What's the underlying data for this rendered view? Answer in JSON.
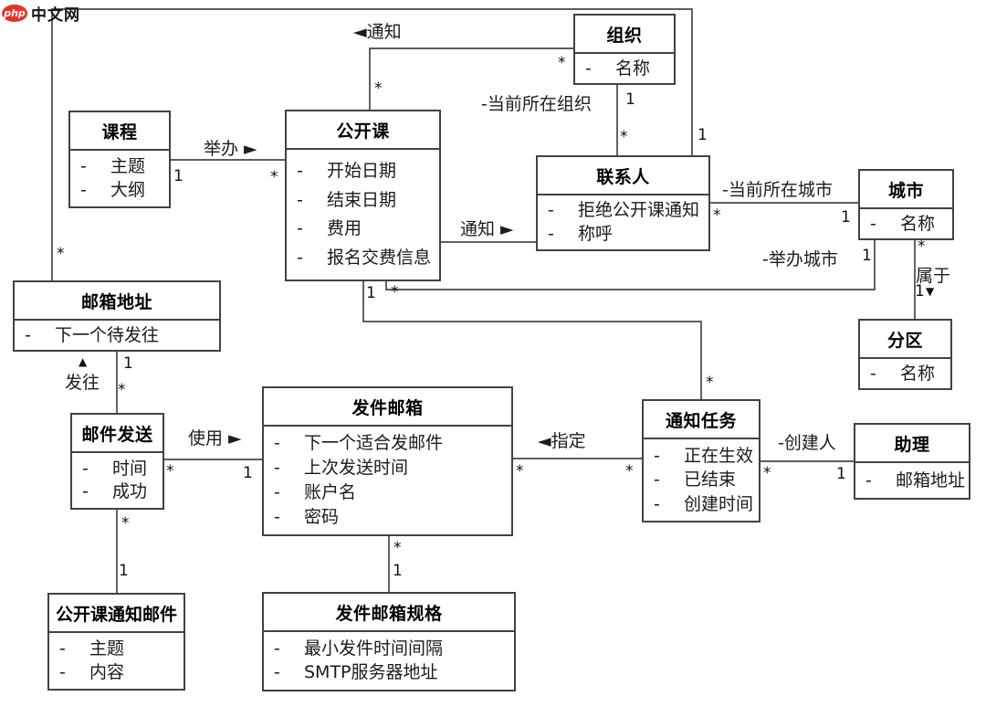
{
  "logo": {
    "badge_text": "php",
    "site_text": "中文网"
  },
  "entities": {
    "course": {
      "title": "课程",
      "attrs": [
        "主题",
        "大纲"
      ]
    },
    "open_course": {
      "title": "公开课",
      "attrs": [
        "开始日期",
        "结束日期",
        "费用",
        "报名交费信息"
      ]
    },
    "organization": {
      "title": "组织",
      "attrs": [
        "名称"
      ]
    },
    "contact": {
      "title": "联系人",
      "attrs": [
        "拒绝公开课通知",
        "称呼"
      ]
    },
    "city": {
      "title": "城市",
      "attrs": [
        "名称"
      ]
    },
    "district": {
      "title": "分区",
      "attrs": [
        "名称"
      ]
    },
    "email_address": {
      "title": "邮箱地址",
      "attrs": [
        "下一个待发往"
      ]
    },
    "mail_sending": {
      "title": "邮件发送",
      "attrs": [
        "时间",
        "成功"
      ]
    },
    "sender_mailbox": {
      "title": "发件邮箱",
      "attrs": [
        "下一个适合发邮件",
        "上次发送时间",
        "账户名",
        "密码"
      ]
    },
    "notify_task": {
      "title": "通知任务",
      "attrs": [
        "正在生效",
        "已结束",
        "创建时间"
      ]
    },
    "assistant": {
      "title": "助理",
      "attrs": [
        "邮箱地址"
      ]
    },
    "open_course_notify_mail": {
      "title": "公开课通知邮件",
      "attrs": [
        "主题",
        "内容"
      ]
    },
    "sender_mailbox_spec": {
      "title": "发件邮箱规格",
      "attrs": [
        "最小发件时间间隔",
        "SMTP服务器地址"
      ]
    }
  },
  "assoc_labels": {
    "notify_org": "◄通知",
    "hold": "举办 ►",
    "notify_contact": "通知 ►",
    "current_org": "-当前所在组织",
    "current_city": "-当前所在城市",
    "host_city": "-举办城市",
    "belongs_to": "属于",
    "send_to": "发往",
    "use": "使用 ►",
    "assign": "◄指定",
    "creator": "-创建人"
  },
  "arrows": {
    "up": "▲",
    "down": "▼"
  },
  "mults": {
    "m1": "*",
    "m2": "1",
    "m3": "*",
    "m4": "*",
    "m5": "1",
    "m6": "*",
    "m7": "1",
    "m8": "*",
    "m9": "*",
    "m10": "1",
    "m11": "1",
    "m12": "*",
    "m13": "*",
    "m14": "1",
    "m15": "1",
    "m16": "*",
    "m17": "1",
    "m18": "*",
    "m19": "*",
    "m20": "1",
    "m21": "*",
    "m22": "*",
    "m23": "*",
    "m24": "1",
    "m25": "*",
    "m26": "1",
    "m27": "*",
    "m28": "1"
  }
}
